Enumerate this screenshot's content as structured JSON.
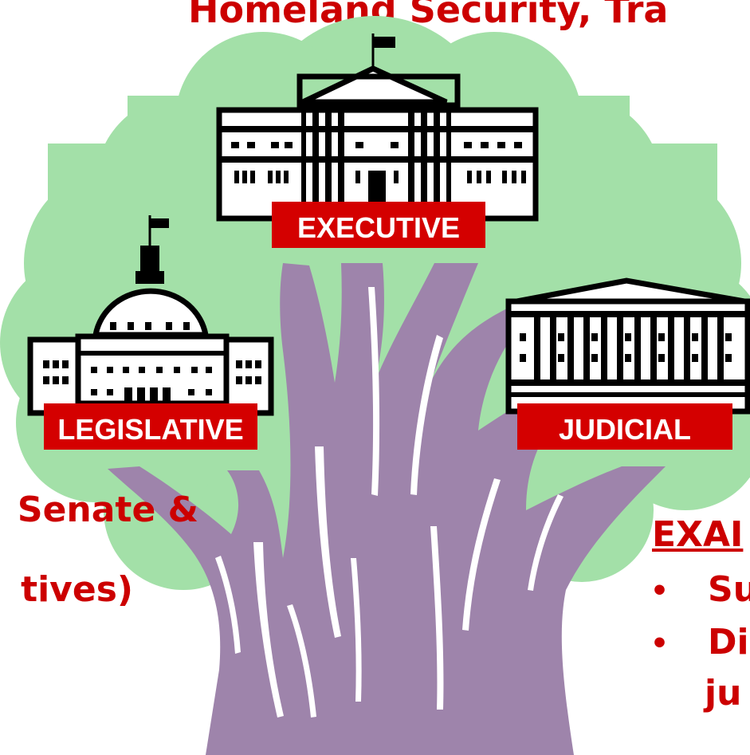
{
  "header": {
    "title": "Homeland Security, Tra"
  },
  "branches": {
    "executive": "EXECUTIVE",
    "legislative": "LEGISLATIVE",
    "judicial": "JUDICIAL"
  },
  "left_text": {
    "line1": "Senate &",
    "line2": "tives)"
  },
  "right_text": {
    "heading": "EXAI",
    "bullet1": "Su",
    "bullet2": "Di",
    "bullet2_cont": "ju"
  },
  "colors": {
    "accent_red": "#cc0000",
    "label_red": "#d40000",
    "foliage_green": "#a3e0a8",
    "trunk_purple": "#9e84ab"
  },
  "icons": [
    "white-house-icon",
    "capitol-icon",
    "supreme-court-icon",
    "tree-illustration"
  ]
}
